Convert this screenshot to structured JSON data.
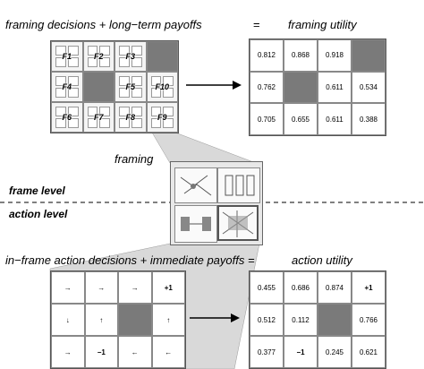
{
  "labels": {
    "top_title": "framing decisions + long−term payoffs",
    "equals": "=",
    "top_right_title": "framing utility",
    "framing": "framing",
    "frame_level": "frame level",
    "action_level": "action level",
    "bottom_title": "in−frame action decisions + immediate payoffs =",
    "bottom_right_title": "action utility"
  },
  "frame_grid": {
    "cells": [
      {
        "label": "F1"
      },
      {
        "label": "F2"
      },
      {
        "label": "F3"
      },
      {
        "label": ""
      },
      {
        "label": "F4"
      },
      {
        "label": ""
      },
      {
        "label": "F5"
      },
      {
        "label": "F10"
      },
      {
        "label": "F6"
      },
      {
        "label": "F7"
      },
      {
        "label": "F8"
      },
      {
        "label": "F9"
      }
    ]
  },
  "framing_utility": {
    "cells": [
      {
        "v": "0.812"
      },
      {
        "v": "0.868"
      },
      {
        "v": "0.918"
      },
      {
        "v": ""
      },
      {
        "v": "0.762"
      },
      {
        "v": ""
      },
      {
        "v": "0.611"
      },
      {
        "v": "0.534"
      },
      {
        "v": "0.705"
      },
      {
        "v": "0.655"
      },
      {
        "v": "0.611"
      },
      {
        "v": "0.388"
      }
    ]
  },
  "action_grid": {
    "cells": [
      {
        "a": "→"
      },
      {
        "a": "→"
      },
      {
        "a": "→"
      },
      {
        "a": "+1"
      },
      {
        "a": "↓"
      },
      {
        "a": "↑"
      },
      {
        "a": ""
      },
      {
        "a": "↑"
      },
      {
        "a": "→"
      },
      {
        "a": "−1"
      },
      {
        "a": "←"
      },
      {
        "a": "←"
      }
    ]
  },
  "action_utility": {
    "cells": [
      {
        "v": "0.455"
      },
      {
        "v": "0.686"
      },
      {
        "v": "0.874"
      },
      {
        "v": "+1"
      },
      {
        "v": "0.512"
      },
      {
        "v": "0.112"
      },
      {
        "v": ""
      },
      {
        "v": "0.766"
      },
      {
        "v": "0.377"
      },
      {
        "v": "−1"
      },
      {
        "v": "0.245"
      },
      {
        "v": "0.621"
      }
    ]
  },
  "colors": {
    "blocked": "#7a7a7a",
    "projection": "#d9d9d9",
    "border": "#555555"
  }
}
